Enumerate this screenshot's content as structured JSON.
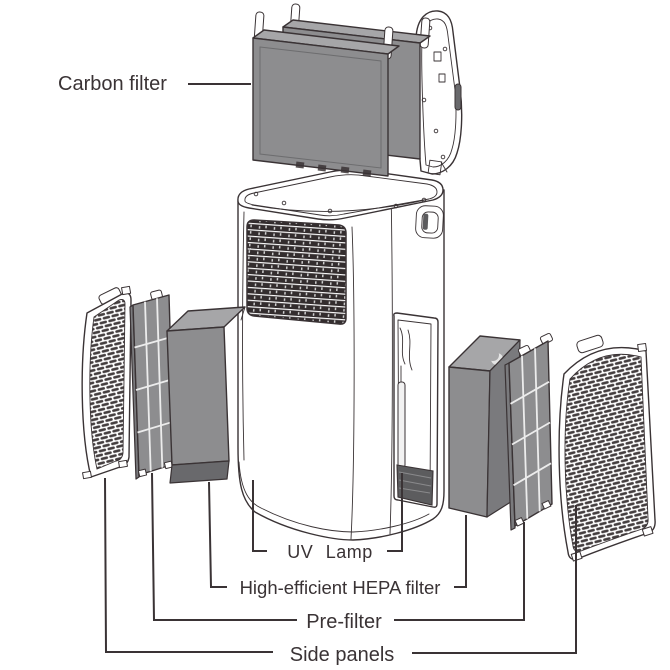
{
  "diagram": {
    "labels": {
      "carbon_filter": "Carbon filter",
      "uv_lamp": "UV Lamp",
      "hepa_filter": "High-efficient HEPA filter",
      "pre_filter": "Pre-filter",
      "side_panels": "Side panels"
    },
    "colors": {
      "line": "#3a3335",
      "text": "#3a3335",
      "filter_gray": "#8d8d8f",
      "filter_gray_light": "#a6a6a8",
      "filter_gray_dark": "#7a7a7d",
      "filter_gray_deep": "#69696c",
      "grille_dark": "#332d2e",
      "mesh_dark": "#443e3f",
      "tray_dark": "#5c5c5e",
      "background": "#ffffff"
    }
  }
}
